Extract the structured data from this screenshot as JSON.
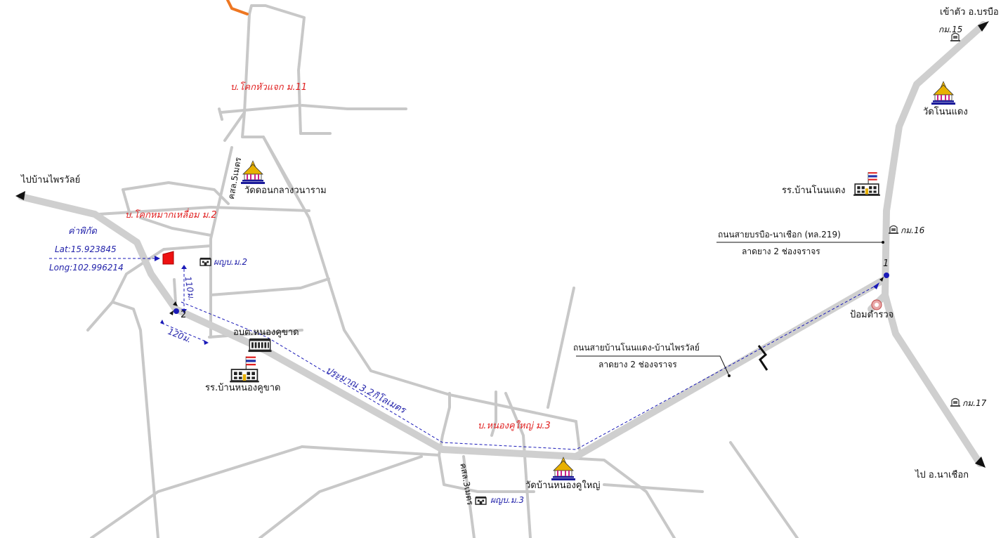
{
  "colors": {
    "road_minor": "#c8c8c8",
    "road_main": "#cfcfcf",
    "route_dashed": "#1a1ab8",
    "village_text": "#e02020",
    "info_text": "#2222aa",
    "site_marker": "#ee1111",
    "highlight_road": "#ee7722"
  },
  "labels": {
    "to_borabue": "เข้าตัว อ.บรบือ",
    "km15": "กม.15",
    "wat_non_daeng": "วัดโนนแดง",
    "school_non_daeng": "รร.บ้านโนนแดง",
    "km16": "กม.16",
    "highway_name": "ถนนสายบรบือ-นาเชือก (ทล.219)",
    "highway_surface": "ลาดยาง 2 ช่องจราจร",
    "point1": "1",
    "police_booth": "ป้อมตำรวจ",
    "km17": "กม.17",
    "to_nachueak": "ไป อ.นาเชือก",
    "local_road_name": "ถนนสายบ้านโนนแดง-บ้านไพรวัลย์",
    "local_road_surface": "ลาดยาง 2 ช่องจราจร",
    "village_khok_hua_chaek": "บ.โคกหัวแจก ม.11",
    "to_phrai_wan": "ไปบ้านไพรวัลย์",
    "concrete_road_5m": "คสล.5เมตร",
    "wat_don_klang": "วัดดอนกลางวนาราม",
    "village_khok_mak_luam": "บ.โคกหมากเหลื่อม ม.2",
    "coordinates_title": "ค่าพิกัด",
    "latitude": "Lat:15.923845",
    "longitude": "Long:102.996214",
    "headman_m2": "ผญบ.ม.2",
    "dist_110": "110ม.",
    "point2": "2",
    "dist_120": "120ม.",
    "sao_office": "อบต.หนองคูขาด",
    "school_nong_khu_khat": "รร.บ้านหนองคูขาด",
    "distance_approx": "ประมาณ 3.2กิโลเมตร",
    "village_nong_khu_yai": "บ.หนองคูใหญ่ ม.3",
    "concrete_road_3m": "คสล.3เมตร",
    "wat_nong_khu_yai": "วัดบ้านหนองคูใหญ่",
    "headman_m3": "ผญบ.ม.3"
  },
  "icons": {
    "temple": "temple-icon",
    "school": "school-with-flag-icon",
    "office": "government-office-icon",
    "house": "headman-house-icon",
    "km_marker": "kilometer-stone-icon",
    "police": "police-booth-icon",
    "point": "survey-point-icon",
    "site": "project-site-marker",
    "arrow": "direction-arrow-icon"
  }
}
